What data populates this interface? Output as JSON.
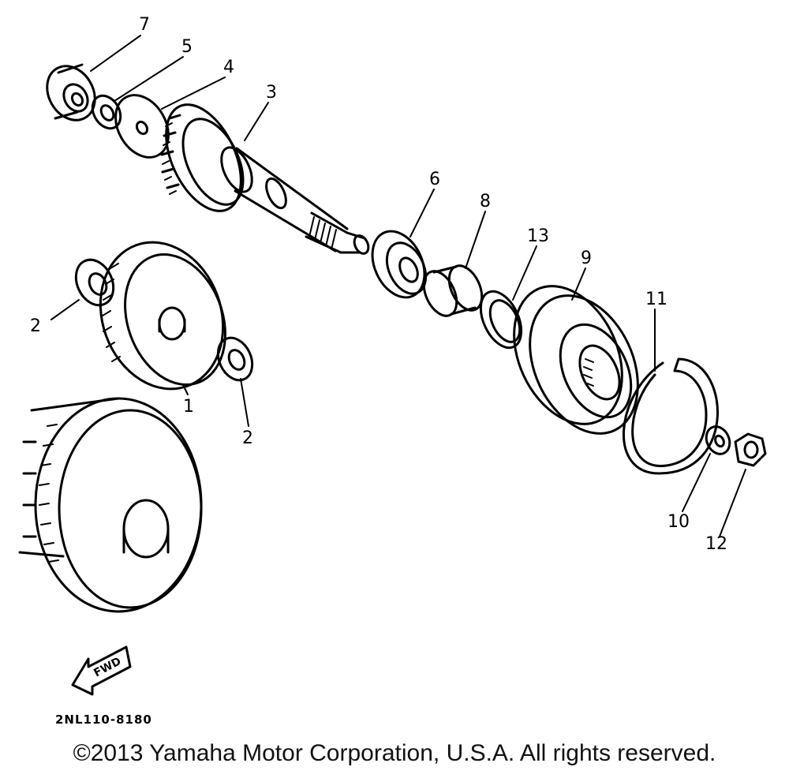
{
  "diagram": {
    "callouts": [
      {
        "id": "c7",
        "label": "7"
      },
      {
        "id": "c5",
        "label": "5"
      },
      {
        "id": "c4",
        "label": "4"
      },
      {
        "id": "c3",
        "label": "3"
      },
      {
        "id": "c6",
        "label": "6"
      },
      {
        "id": "c8",
        "label": "8"
      },
      {
        "id": "c13",
        "label": "13"
      },
      {
        "id": "c9",
        "label": "9"
      },
      {
        "id": "c11",
        "label": "11"
      },
      {
        "id": "c2a",
        "label": "2"
      },
      {
        "id": "c2b",
        "label": "2"
      },
      {
        "id": "c1",
        "label": "1"
      },
      {
        "id": "c10",
        "label": "10"
      },
      {
        "id": "c12",
        "label": "12"
      }
    ],
    "direction_arrow_label": "FWD",
    "drawing_code": "2NL110-8180"
  },
  "footer": {
    "copyright": "©2013 Yamaha Motor Corporation, U.S.A. All rights reserved."
  }
}
